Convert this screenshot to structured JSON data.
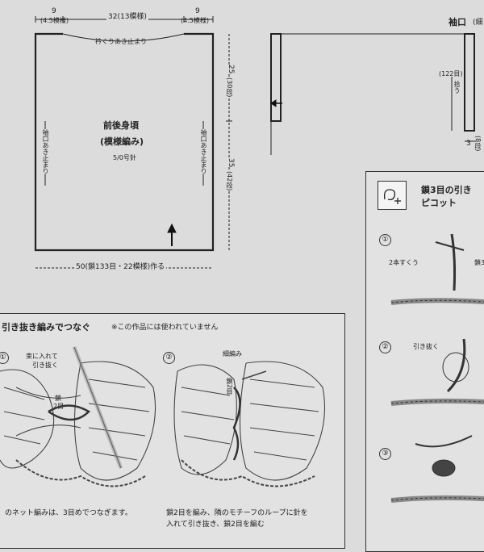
{
  "schematic": {
    "dim_left_top": "9",
    "dim_left_top_sub": "(4.5模様)",
    "dim_center_top": "32(13模様)",
    "dim_right_top": "9",
    "dim_right_top_sub": "(4.5模様)",
    "neck_note": "衿ぐりあき止まり",
    "dim_upper": "25",
    "dim_upper_sub": "(30段)",
    "dim_lower": "35",
    "dim_lower_sub": "(42段)",
    "title": "前後身頃",
    "subtitle": "(模様編み)",
    "hook": "5/0号針",
    "armhole_left": "袖口あき止まり",
    "armhole_right": "袖口あき止まり",
    "bottom_dim": "50(鎖133目・22模様)作る"
  },
  "sleeve": {
    "label": "袖口",
    "label_cut": "(細",
    "pick_count": "(122目)",
    "pick_word": "拾う",
    "rows": "3",
    "rows_sub": "(8段)"
  },
  "picot": {
    "title_line1": "鎖3目の引き",
    "title_line2": "ピコット",
    "step1": "①",
    "step2": "②",
    "step3": "③",
    "two_strands": "2本すくう",
    "chain3_cut": "鎖3",
    "pull_through": "引き抜く"
  },
  "slipjoin": {
    "title": "引き抜き編みでつなぐ",
    "note": "※この作品には使われていません",
    "step1": "①",
    "step2": "②",
    "label_bundle": "束に入れて",
    "label_pull": "引き抜く",
    "label_chain2a": "鎖",
    "label_chain2b": "2目",
    "label_sc": "細編み",
    "label_chain2c": "鎖2目",
    "caption_left": "のネット編みは、3目めでつなぎます。",
    "caption_right_1": "鎖2目を編み、隣のモチーフのループに針を",
    "caption_right_2": "入れて引き抜き、鎖2目を編む"
  }
}
